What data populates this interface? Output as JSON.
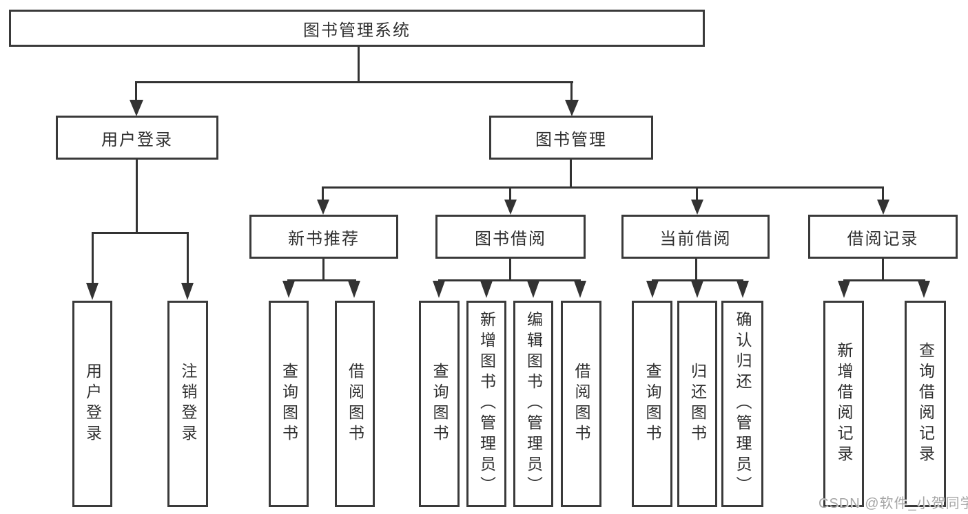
{
  "diagram": {
    "root": "图书管理系统",
    "user_login": "用户登录",
    "book_mgmt": "图书管理",
    "user_children": [
      "用户登录",
      "注销登录"
    ],
    "modules": [
      "新书推荐",
      "图书借阅",
      "当前借阅",
      "借阅记录"
    ],
    "new_book_children": [
      "查询图书",
      "借阅图书"
    ],
    "borrow_children": [
      "查询图书",
      "新增图书（管理员）",
      "编辑图书（管理员）",
      "借阅图书"
    ],
    "current_children": [
      "查询图书",
      "归还图书",
      "确认归还（管理员）"
    ],
    "record_children": [
      "新增借阅记录",
      "查询借阅记录"
    ]
  },
  "watermark": {
    "text": "CSDN @软件_小贺同学"
  },
  "colors": {
    "line": "#333333",
    "box_border": "#3a3a3a",
    "box_background": "#ffffff",
    "text": "#2f2f2f",
    "watermark": "#a6a6a6"
  }
}
